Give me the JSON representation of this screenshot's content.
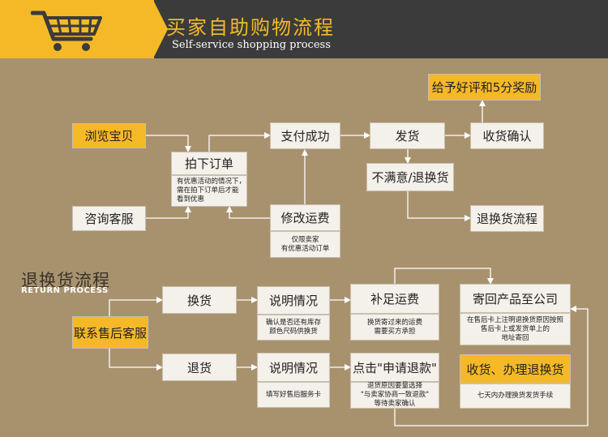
{
  "header": {
    "title_cn": "买家自助购物流程",
    "title_en": "Self-service shopping process",
    "cart_icon": "shopping-cart-icon"
  },
  "flow_top": {
    "browse": "浏览宝贝",
    "consult": "咨询客服",
    "place_order": "拍下订单",
    "place_order_note": "有优惠活动的情况下，\n需在拍下订单后才能\n看到优惠",
    "pay_success": "支付成功",
    "modify_shipping": "修改运费",
    "modify_shipping_note": "仅限卖家\n有优惠活动订单",
    "ship": "发货",
    "unsatisfied": "不满意/退换货",
    "confirm_receipt": "收货确认",
    "praise_reward": "给予好评和5分奖励",
    "return_flow": "退换货流程"
  },
  "return_section": {
    "title_cn": "退换货流程",
    "title_en": "RETURN PROCESS",
    "contact": "联系售后客服",
    "exchange": "换货",
    "explain_1": "说明情况",
    "explain_1_note": "确认是否还有库存\n颜色尺码供换货",
    "add_shipping": "补足运费",
    "add_shipping_note": "换货寄过来的运费\n需要买方承担",
    "send_back": "寄回产品至公司",
    "send_back_note": "在售后卡上注明退换货原因按照\n售后卡上或发货单上的\n地址寄回",
    "return": "退货",
    "explain_2": "说明情况",
    "explain_2_note": "填写好售后服务卡",
    "apply_refund": "点击\"申请退款\"",
    "apply_refund_note": "退货原因要量选择\n\"与卖家协商一致退款\"\n等待卖家确认",
    "receive_process": "收货、办理退换货",
    "receive_process_note": "七天内办理换货发货手续"
  },
  "colors": {
    "background": "#a8926e",
    "header_dark": "#3b3b3b",
    "accent_yellow": "#f5b928",
    "box_white": "#f4f0ea"
  }
}
